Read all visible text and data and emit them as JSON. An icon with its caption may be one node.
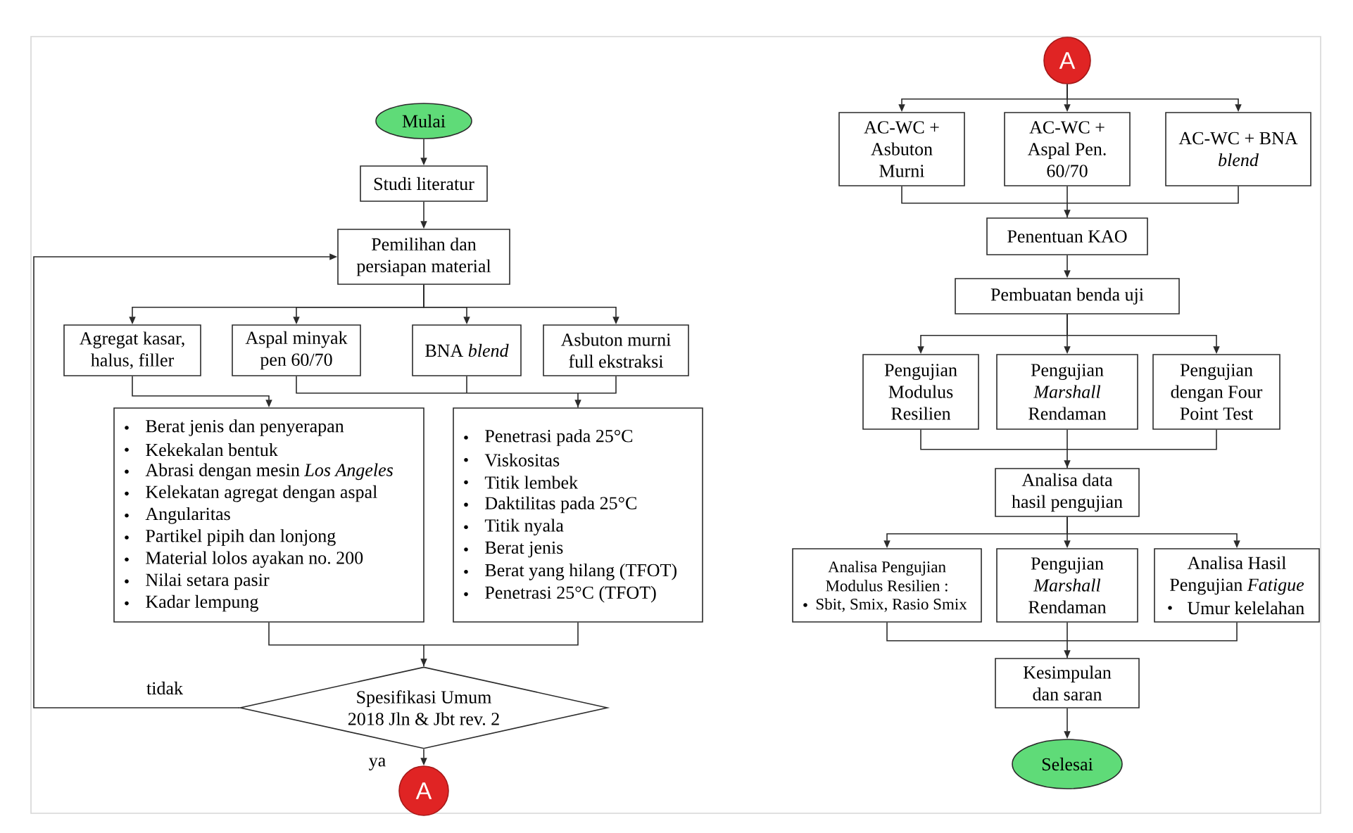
{
  "diagram": {
    "nodes": [
      {
        "text": [
          "Mulai"
        ]
      },
      {
        "text": [
          "Studi literatur"
        ]
      },
      {
        "text": [
          "Pemilihan dan persiapan material"
        ]
      },
      {
        "text": [
          "Agregat kasar, halus, filler"
        ]
      },
      {
        "text": [
          "Aspal minyak pen 60/70"
        ]
      },
      {
        "text": [
          "BNA *blend*"
        ]
      },
      {
        "text": [
          "Asbuton murni full ekstraksi"
        ]
      },
      {
        "text": [
          "Berat jenis dan penyerapan",
          "Kekekalan bentuk",
          "Abrasi dengan mesin *Los Angeles*",
          "Kelekatan agregat dengan aspal",
          "Angularitas",
          "Partikel pipih dan lonjong",
          "Material lolos ayakan no. 200",
          "Nilai setara pasir",
          "Kadar lempung"
        ]
      },
      {
        "text": [
          "Penetrasi pada 25°C",
          "Viskositas",
          "Titik lembek",
          "Daktilitas pada 25°C",
          "Titik nyala",
          "Berat jenis",
          "Berat yang hilang (TFOT)",
          "Penetrasi 25°C (TFOT)"
        ]
      },
      {
        "text": [
          "Spesifikasi Umum 2018 Jln & Jbt rev. 2"
        ]
      },
      {
        "text": [
          "A"
        ]
      },
      {
        "text": [
          "A"
        ]
      },
      {
        "text": [
          "AC-WC + Asbuton Murni"
        ]
      },
      {
        "text": [
          "AC-WC + Aspal Pen. 60/70"
        ]
      },
      {
        "text": [
          "AC-WC + BNA *blend*"
        ]
      },
      {
        "text": [
          "Penentuan KAO"
        ]
      },
      {
        "text": [
          "Pembuatan benda uji"
        ]
      },
      {
        "text": [
          "Pengujian Modulus Resilien"
        ]
      },
      {
        "text": [
          "Pengujian *Marshall* Rendaman"
        ]
      },
      {
        "text": [
          "Pengujian dengan Four Point Test"
        ]
      },
      {
        "text": [
          "Analisa data hasil pengujian"
        ]
      },
      {
        "text": [
          "Analisa Pengujian Modulus Resilien :",
          "Sbit, Smix, Rasio Smix"
        ]
      },
      {
        "text": [
          "Pengujian *Marshall* Rendaman"
        ]
      },
      {
        "text": [
          "Analisa Hasil Pengujian *Fatigue*",
          "Umur kelelahan"
        ]
      },
      {
        "text": [
          "Kesimpulan dan saran"
        ]
      },
      {
        "text": [
          "Selesai"
        ]
      }
    ],
    "edges": [
      {
        "from": 0,
        "to": 1,
        "arrow": "to"
      },
      {
        "from": 1,
        "to": 2,
        "arrow": "to"
      },
      {
        "from": 2,
        "to": 3,
        "arrow": "to"
      },
      {
        "from": 2,
        "to": 4,
        "arrow": "to"
      },
      {
        "from": 2,
        "to": 5,
        "arrow": "to"
      },
      {
        "from": 2,
        "to": 6,
        "arrow": "to"
      },
      {
        "from": 3,
        "to": 7,
        "arrow": "to"
      },
      {
        "from": 4,
        "to": 8,
        "arrow": "to"
      },
      {
        "from": 5,
        "to": 8,
        "arrow": "to"
      },
      {
        "from": 6,
        "to": 8,
        "arrow": "to"
      },
      {
        "from": 7,
        "to": 9,
        "arrow": "to"
      },
      {
        "from": 8,
        "to": 9,
        "arrow": "to"
      },
      {
        "from": 9,
        "to": 2,
        "arrow": "to",
        "label": "tidak"
      },
      {
        "from": 9,
        "to": 10,
        "arrow": "to",
        "label": "ya"
      },
      {
        "from": 11,
        "to": 12,
        "arrow": "to"
      },
      {
        "from": 11,
        "to": 13,
        "arrow": "to"
      },
      {
        "from": 11,
        "to": 14,
        "arrow": "to"
      },
      {
        "from": 12,
        "to": 15,
        "arrow": "to"
      },
      {
        "from": 13,
        "to": 15,
        "arrow": "to"
      },
      {
        "from": 14,
        "to": 15,
        "arrow": "to"
      },
      {
        "from": 15,
        "to": 16,
        "arrow": "to"
      },
      {
        "from": 16,
        "to": 17,
        "arrow": "to"
      },
      {
        "from": 16,
        "to": 18,
        "arrow": "to"
      },
      {
        "from": 16,
        "to": 19,
        "arrow": "to"
      },
      {
        "from": 17,
        "to": 20,
        "arrow": "to"
      },
      {
        "from": 18,
        "to": 20,
        "arrow": "to"
      },
      {
        "from": 19,
        "to": 20,
        "arrow": "to"
      },
      {
        "from": 20,
        "to": 21,
        "arrow": "to"
      },
      {
        "from": 20,
        "to": 22,
        "arrow": "to"
      },
      {
        "from": 20,
        "to": 23,
        "arrow": "to"
      },
      {
        "from": 21,
        "to": 24,
        "arrow": "to"
      },
      {
        "from": 22,
        "to": 24,
        "arrow": "to"
      },
      {
        "from": 23,
        "to": 24,
        "arrow": "to"
      },
      {
        "from": 24,
        "to": 25,
        "arrow": "to"
      }
    ]
  }
}
